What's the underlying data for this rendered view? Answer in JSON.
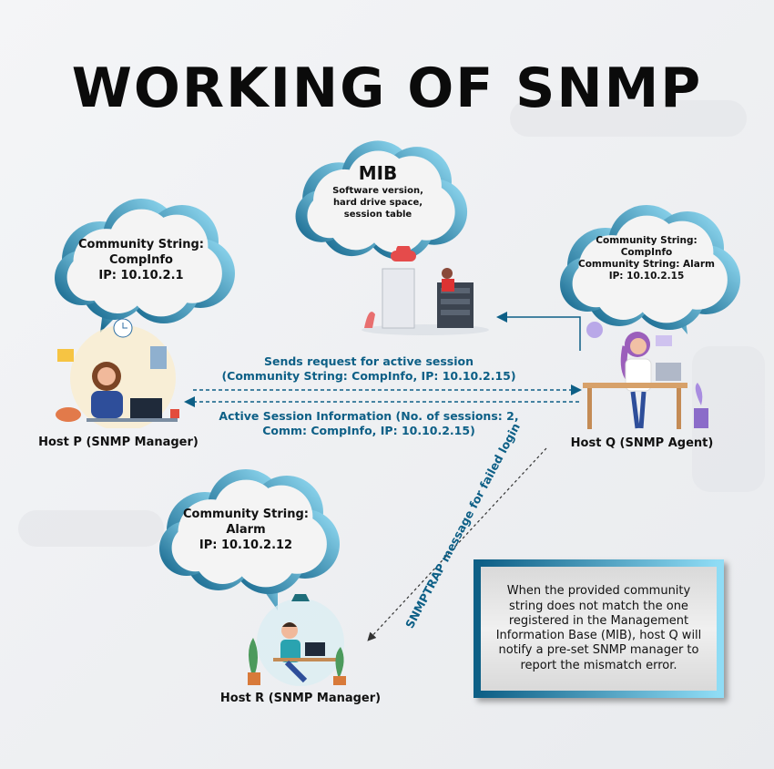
{
  "title": "WORKING OF SNMP",
  "mib_cloud": {
    "heading": "MIB",
    "lines": [
      "Software version,",
      "hard drive space,",
      "session table"
    ]
  },
  "host_p_cloud": {
    "lines": [
      "Community String:",
      "CompInfo",
      "IP: 10.10.2.1"
    ]
  },
  "host_q_cloud": {
    "lines": [
      "Community String:",
      "CompInfo",
      "Community String: Alarm",
      "IP: 10.10.2.15"
    ]
  },
  "host_r_cloud": {
    "lines": [
      "Community String:",
      "Alarm",
      "IP: 10.10.2.12"
    ]
  },
  "hosts": {
    "p": "Host P (SNMP Manager)",
    "q": "Host Q (SNMP Agent)",
    "r": "Host R (SNMP Manager)"
  },
  "messages": {
    "request": [
      "Sends request for active session",
      "(Community String: CompInfo, IP: 10.10.2.15)"
    ],
    "response": [
      "Active Session Information (No. of sessions: 2,",
      "Comm: CompInfo, IP: 10.10.2.15)"
    ],
    "trap": "SNMPTRAP message for failed login"
  },
  "info_box": "When the provided community string does not match the one registered in the Management Information Base (MIB), host Q will notify a pre-set SNMP manager to report the mismatch error.",
  "colors": {
    "accent": "#0d5f86",
    "cloud_light": "#8fdcf5"
  }
}
